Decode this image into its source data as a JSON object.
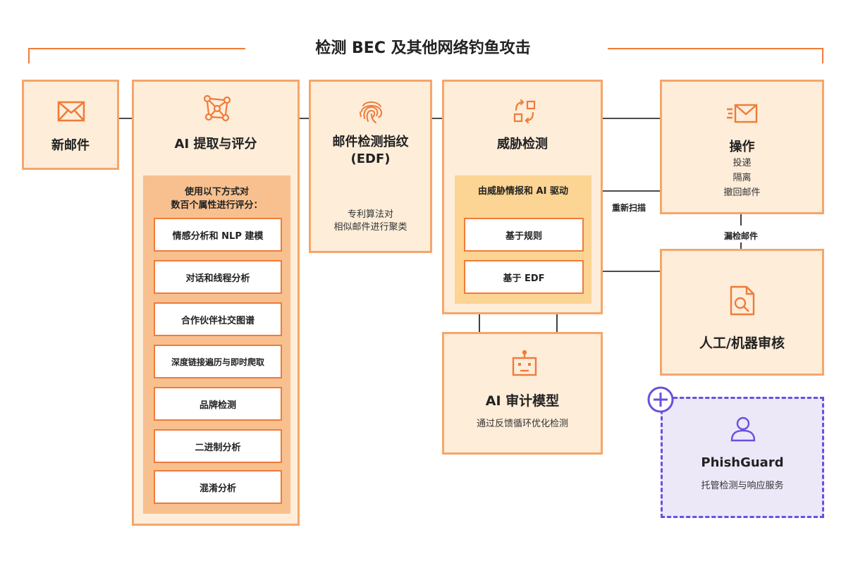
{
  "title": "检测 BEC 及其他网络钓鱼攻击",
  "new_mail": {
    "label": "新邮件",
    "icon": "envelope-icon"
  },
  "ai_extract": {
    "title": "AI 提取与评分",
    "icon": "network-graph-icon",
    "intro": "使用以下方式对\n数百个属性进行评分：",
    "items": [
      "情感分析和 NLP 建模",
      "对话和线程分析",
      "合作伙伴社交图谱",
      "深度链接遍历与即时爬取",
      "品牌检测",
      "二进制分析",
      "混淆分析"
    ]
  },
  "edf": {
    "title": "邮件检测指纹\n(EDF)",
    "icon": "fingerprint-icon",
    "sub": "专利算法对\n相似邮件进行聚类"
  },
  "threat": {
    "title": "威胁检测",
    "icon": "sync-icon",
    "inner_title": "由威胁情报和 AI 驱动",
    "items": [
      "基于规则",
      "基于 EDF"
    ]
  },
  "action": {
    "title": "操作",
    "icon": "fast-mail-icon",
    "items": [
      "投递",
      "隔离",
      "撤回邮件"
    ]
  },
  "rescan_label": "重新扫描",
  "missed_label": "漏检邮件",
  "review": {
    "title": "人工/机器审核",
    "icon": "document-search-icon"
  },
  "audit": {
    "title": "AI 审计模型",
    "icon": "robot-icon",
    "sub": "通过反馈循环优化检测"
  },
  "phishguard": {
    "title": "PhishGuard",
    "icon": "user-icon",
    "plus_icon": "plus-circle-icon",
    "sub": "托管检测与响应服务"
  },
  "colors": {
    "accent": "#f07b3a",
    "box_bg": "#fdedd9",
    "box_border": "#f5a66b",
    "purple": "#6a4fe0"
  }
}
